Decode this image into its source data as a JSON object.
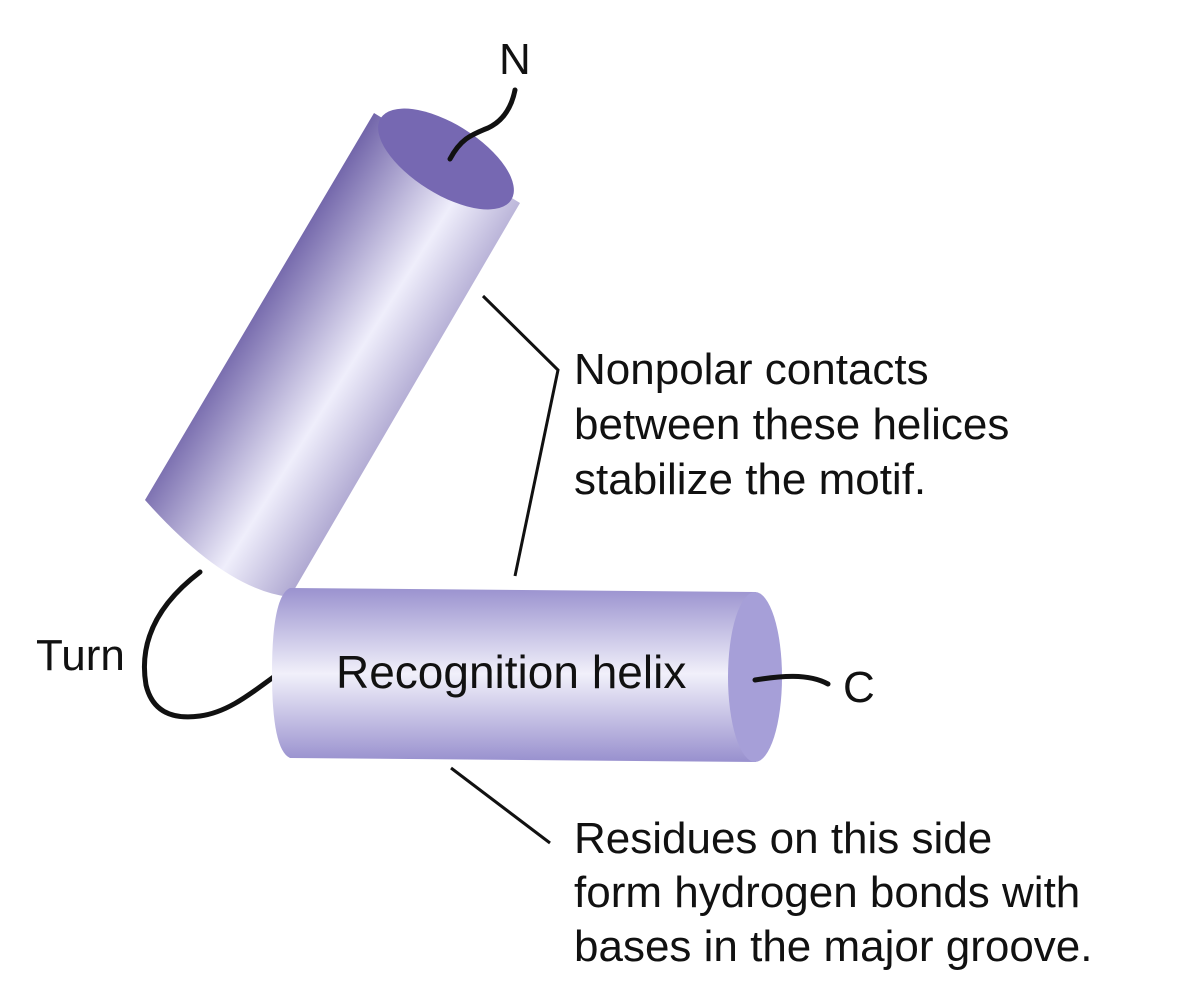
{
  "labels": {
    "n_terminus": "N",
    "c_terminus": "C",
    "turn": "Turn",
    "recognition_helix": "Recognition helix"
  },
  "annotations": {
    "nonpolar": [
      "Nonpolar contacts",
      "between these helices",
      "stabilize the motif."
    ],
    "residues": [
      "Residues on this side",
      "form hydrogen bonds with",
      "bases in the major groove."
    ]
  },
  "colors": {
    "helix_dark": "#6c5fa6",
    "helix_light": "#efeefb",
    "helix_cap": "#7668b2",
    "recog_dark": "#9a92cf",
    "recog_light": "#f1f0fa",
    "recog_cap": "#a69fd8",
    "line": "#111111"
  }
}
